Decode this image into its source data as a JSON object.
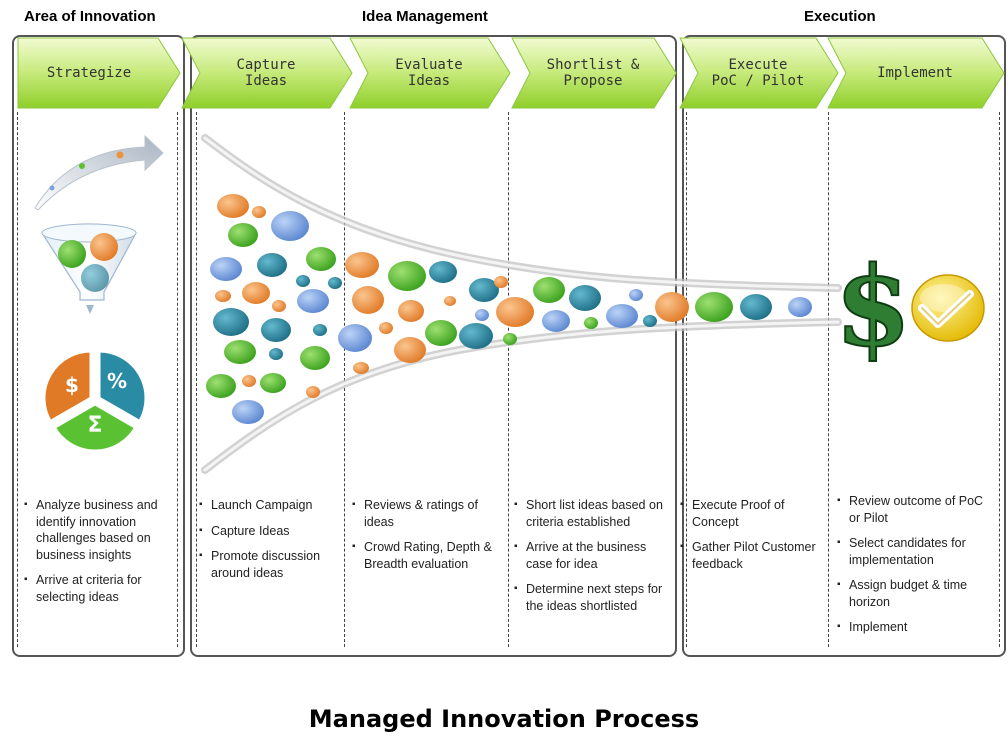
{
  "sections": {
    "area_of_innovation": "Area of Innovation",
    "idea_management": "Idea Management",
    "execution": "Execution"
  },
  "stages": [
    {
      "label_lines": [
        "Strategize"
      ]
    },
    {
      "label_lines": [
        "Capture",
        "Ideas"
      ]
    },
    {
      "label_lines": [
        "Evaluate",
        "Ideas"
      ]
    },
    {
      "label_lines": [
        "Shortlist &",
        "Propose"
      ]
    },
    {
      "label_lines": [
        "Execute",
        "PoC / Pilot"
      ]
    },
    {
      "label_lines": [
        "Implement"
      ]
    }
  ],
  "columns": [
    {
      "bullets": [
        "Analyze business and identify innovation challenges based on business insights",
        "Arrive at criteria for selecting ideas"
      ]
    },
    {
      "bullets": [
        "Launch Campaign",
        "Capture Ideas",
        "Promote discussion around ideas"
      ]
    },
    {
      "bullets": [
        "Reviews & ratings of ideas",
        "Crowd Rating, Depth & Breadth evaluation"
      ]
    },
    {
      "bullets": [
        "Short list ideas based on criteria established",
        "Arrive at the business case for idea",
        "Determine next steps for the ideas shortlisted"
      ]
    },
    {
      "bullets": [
        "Execute Proof of Concept",
        "Gather Pilot Customer feedback"
      ]
    },
    {
      "bullets": [
        "Review outcome of PoC or Pilot",
        "Select candidates for implementation",
        "Assign budget & time horizon",
        "Implement"
      ]
    }
  ],
  "pie_symbols": {
    "dollar": "$",
    "percent": "%",
    "sigma": "Σ"
  },
  "big_symbol": "$",
  "footer": "Managed Innovation Process",
  "colors": {
    "chevron_light": "#e6f6b8",
    "chevron_dark": "#96d42a",
    "orange": "#f0913c",
    "green": "#5ac232",
    "blue": "#7aa2e0",
    "teal": "#2a8ca4",
    "money_green": "#2e7d32",
    "check_yellow": "#f2d40c"
  }
}
